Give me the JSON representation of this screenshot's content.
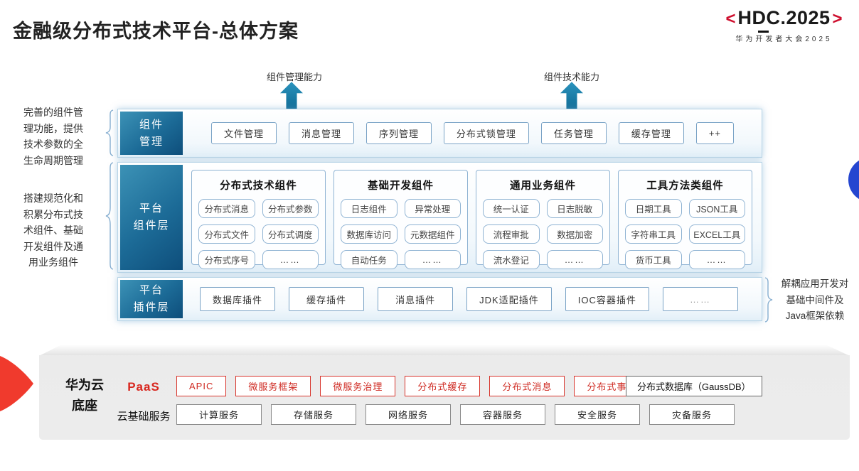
{
  "header": {
    "title": "金融级分布式技术平台-总体方案",
    "logo": {
      "left_bracket": "<",
      "text": "HDC.2025",
      "right_bracket": ">",
      "subtitle": "华为开发者大会2025"
    }
  },
  "arrows": {
    "left_label": "组件管理能力",
    "right_label": "组件技术能力"
  },
  "left_notes": {
    "note1": "完善的组件管\n理功能，提供\n技术参数的全\n生命周期管理",
    "note2": "搭建规范化和\n积累分布式技\n术组件、基础\n开发组件及通\n用业务组件"
  },
  "right_note": "解耦应用开发对\n基础中间件及\nJava框架依赖",
  "rows": {
    "component_mgmt": {
      "label": "组件\n管理",
      "items": [
        "文件管理",
        "消息管理",
        "序列管理",
        "分布式锁管理",
        "任务管理",
        "缓存管理",
        "++"
      ]
    },
    "platform_components": {
      "label": "平台\n组件层",
      "columns": [
        {
          "title": "分布式技术组件",
          "items": [
            "分布式消息",
            "分布式参数",
            "分布式文件",
            "分布式调度",
            "分布式序号",
            "……"
          ]
        },
        {
          "title": "基础开发组件",
          "items": [
            "日志组件",
            "异常处理",
            "数据库访问",
            "元数据组件",
            "自动任务",
            "……"
          ]
        },
        {
          "title": "通用业务组件",
          "items": [
            "统一认证",
            "日志脱敏",
            "流程审批",
            "数据加密",
            "流水登记",
            "……"
          ]
        },
        {
          "title": "工具方法类组件",
          "items": [
            "日期工具",
            "JSON工具",
            "字符串工具",
            "EXCEL工具",
            "货币工具",
            "……"
          ]
        }
      ]
    },
    "platform_plugins": {
      "label": "平台\n插件层",
      "items": [
        "数据库插件",
        "缓存插件",
        "消息插件",
        "JDK适配插件",
        "IOC容器插件",
        "……"
      ]
    }
  },
  "foundation": {
    "label": "华为云\n底座",
    "paas": {
      "label": "PaaS",
      "items": [
        "APIC",
        "微服务框架",
        "微服务治理",
        "分布式缓存",
        "分布式消息",
        "分布式事务"
      ],
      "db": "分布式数据库（GaussDB）"
    },
    "cloud": {
      "label": "云基础服务",
      "items": [
        "计算服务",
        "存储服务",
        "网络服务",
        "容器服务",
        "安全服务",
        "灾备服务"
      ]
    }
  },
  "colors": {
    "teal_label": "#1c6b97",
    "row_border": "#b9d5e7",
    "item_border": "#7aa3c6",
    "logo_red": "#ce0e2d",
    "paas_red": "#d8261e",
    "wedge_red": "#f03a2d",
    "blue_circle": "#2546d0",
    "platform_gray": "#ececec"
  }
}
